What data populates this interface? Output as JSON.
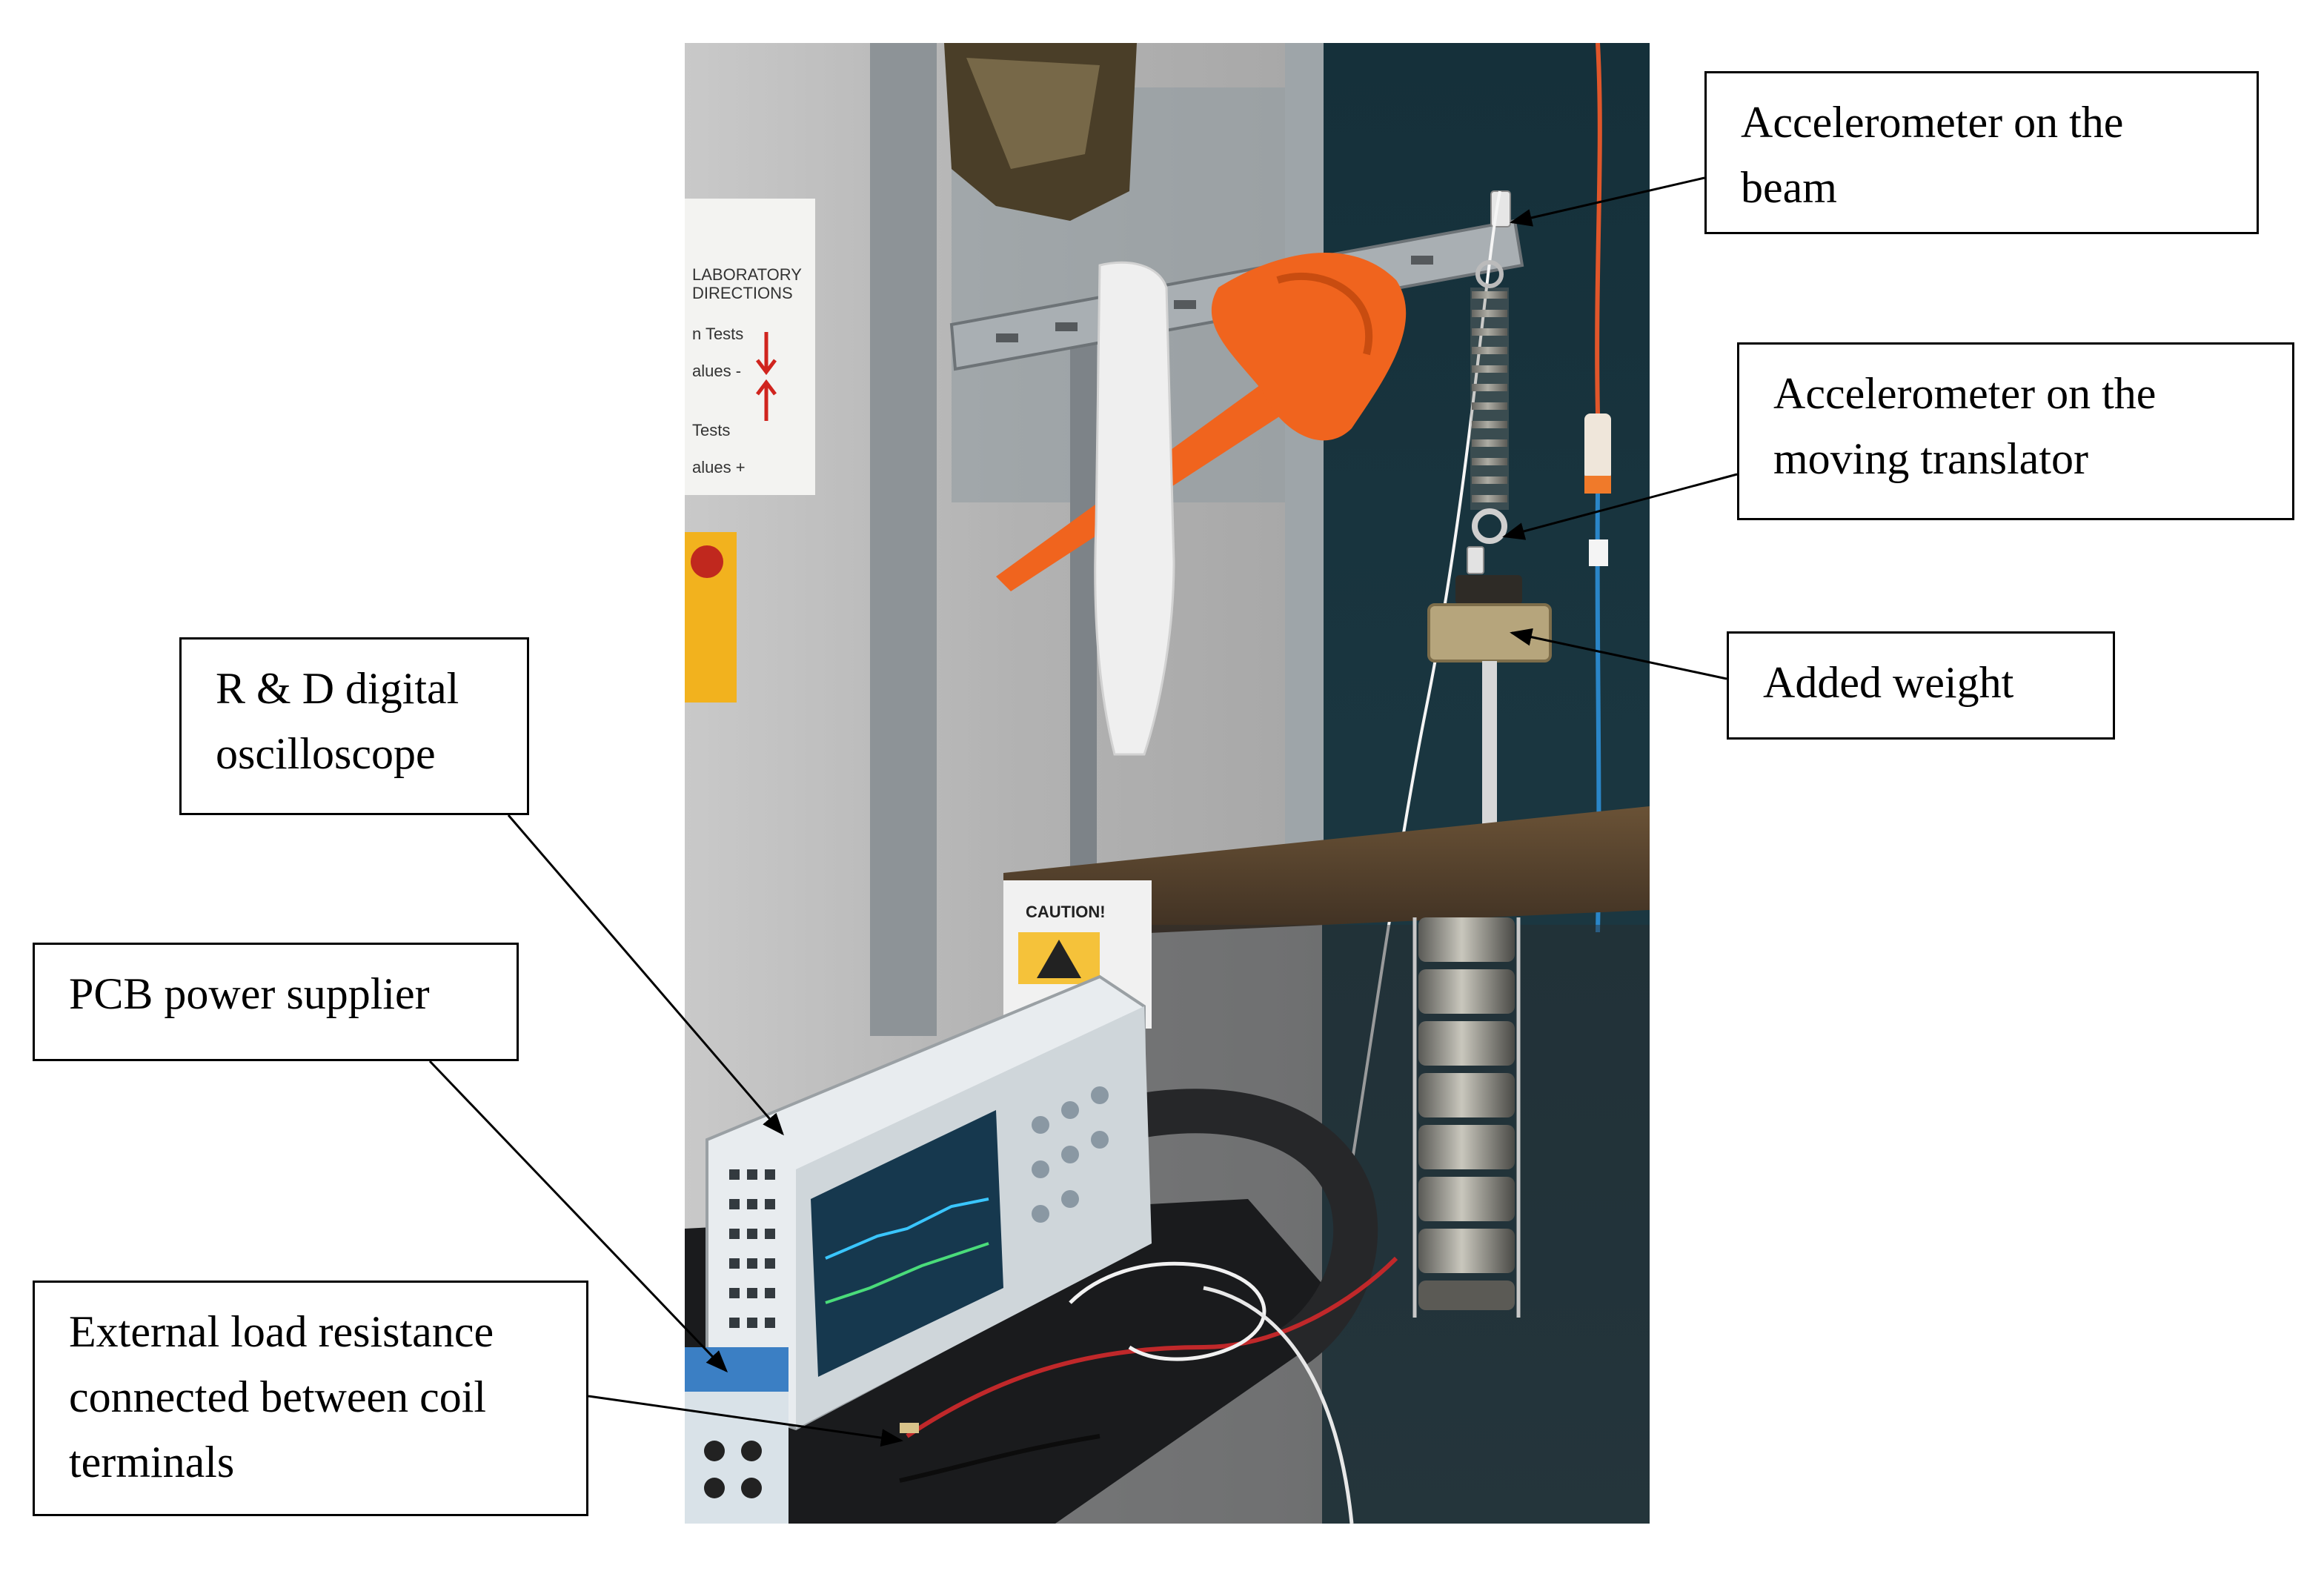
{
  "callouts": {
    "beam_accelerometer": {
      "lines": [
        "Accelerometer on the",
        "beam"
      ]
    },
    "translator_accelerometer": {
      "lines": [
        "Accelerometer on the",
        "moving translator"
      ]
    },
    "added_weight": {
      "lines": [
        "Added weight"
      ]
    },
    "oscilloscope": {
      "lines": [
        "R & D digital",
        "oscilloscope"
      ]
    },
    "power_supplier": {
      "lines": [
        "PCB power supplier"
      ]
    },
    "load_resistance": {
      "lines": [
        "External load resistance",
        "connected between coil",
        "terminals"
      ]
    }
  },
  "photo_signs": {
    "lab_sign_lines": [
      "LABORATORY",
      "DIRECTIONS",
      "n Tests",
      "alues -",
      "Tests",
      "alues +"
    ],
    "caution_sign": "CAUTION!"
  },
  "colors": {
    "strap": "#f0641e",
    "wall": "#1c3640",
    "panel": "#bcbcbc",
    "frame": "#9aa2a6",
    "table": "#4a3a2a",
    "oscilloscope_body": "#e8ecef",
    "oscilloscope_screen": "#16384e",
    "caution_yellow": "#f5c23a",
    "cable_red": "#c0282a"
  }
}
